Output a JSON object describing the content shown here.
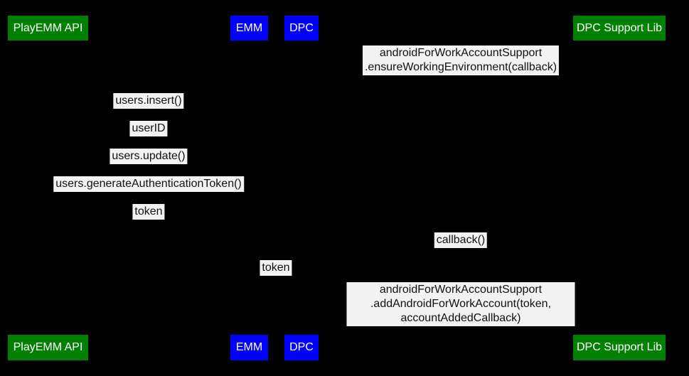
{
  "colors": {
    "background": "#000000",
    "actor_green": "#008000",
    "actor_blue": "#0000ff",
    "actor_text": "#ffffff",
    "label_bg": "#f2f2f2",
    "label_text": "#111111"
  },
  "actors": {
    "playemm_api": {
      "label": "PlayEMM API",
      "color": "#008000"
    },
    "emm": {
      "label": "EMM",
      "color": "#0000ff"
    },
    "dpc": {
      "label": "DPC",
      "color": "#0000ff"
    },
    "dpc_support_lib": {
      "label": "DPC Support Lib",
      "color": "#008000"
    }
  },
  "messages": [
    {
      "text": "androidForWorkAccountSupport\n.ensureWorkingEnvironment(callback)"
    },
    {
      "text": "users.insert()"
    },
    {
      "text": "userID"
    },
    {
      "text": "users.update()"
    },
    {
      "text": "users.generateAuthenticationToken()"
    },
    {
      "text": "token"
    },
    {
      "text": "callback()"
    },
    {
      "text": "token"
    },
    {
      "text": "androidForWorkAccountSupport\n.addAndroidForWorkAccount(token, accountAddedCallback)"
    }
  ]
}
